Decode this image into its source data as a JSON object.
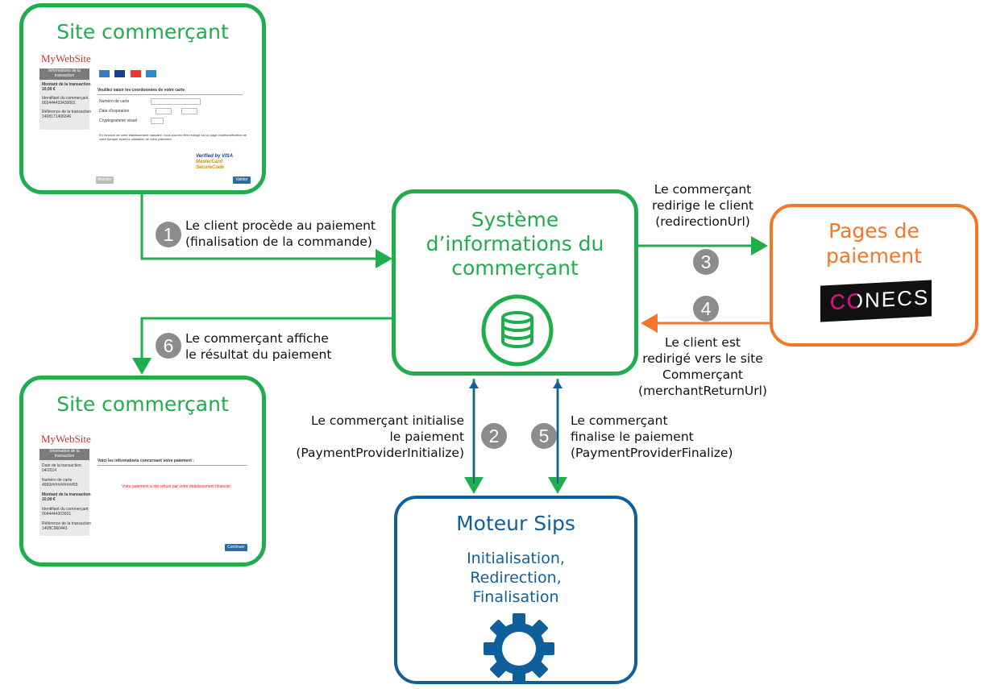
{
  "colors": {
    "green": "#1fae4b",
    "orange": "#f47628",
    "blue": "#0f5f9c",
    "badge": "#8c8c8c"
  },
  "merchant_site_top": {
    "title": "Site commerçant",
    "screenshot": {
      "brand": "MyWebSite",
      "sidebar_header": "Informations de la transaction",
      "sidebar_lines": [
        "Montant de la transaction",
        "10,00 €",
        "Identifiant du commerçant",
        "002444433430001",
        "Référence de la transaction",
        "1408171406346"
      ],
      "form_title": "Veuillez saisir les coordonnées de votre carte",
      "fields": [
        "Numéro de carte",
        "Date d'expiration",
        "Cryptogramme visuel"
      ],
      "notice": "En fonction de votre établissement bancaire, vous pourrez être redirigé sur la page d'authentification de votre banque avant la validation de votre paiement.",
      "verified": "Verified by VISA",
      "securecode": "MasterCard SecureCode",
      "cancel_label": "Annuler",
      "submit_label": "Valider"
    }
  },
  "merchant_site_bottom": {
    "title": "Site commerçant",
    "screenshot": {
      "brand": "MyWebSite",
      "sidebar_header": "Information de la transaction",
      "sidebar_lines": [
        "Date de la transaction",
        "04/2014",
        "Numéro de carte",
        "4999##########55",
        "Montant de la transaction",
        "10,00 €",
        "Identifiant du commerçant",
        "0044444303001",
        "Référence de la transaction",
        "1408C960443"
      ],
      "heading": "Voici les informations concernant votre paiement :",
      "message": "Votre paiement a été refusé par votre établissement financier.",
      "continue_label": "Continuer"
    }
  },
  "merchant_system": {
    "title": "Système d’informations du commerçant",
    "icon": "database-icon"
  },
  "payment_pages": {
    "title": "Pages de paiement",
    "logo_text": "CONECS"
  },
  "sips_engine": {
    "title": "Moteur Sips",
    "lines": [
      "Initialisation,",
      "Redirection,",
      "Finalisation"
    ],
    "icon": "gear-icon"
  },
  "steps": [
    {
      "num": "1",
      "lines": [
        "Le client procède au paiement",
        "(finalisation de la commande)"
      ]
    },
    {
      "num": "2",
      "lines": [
        "Le commerçant initialise",
        "le paiement",
        "(PaymentProviderInitialize)"
      ]
    },
    {
      "num": "3",
      "lines": [
        "Le commerçant",
        "redirige le client",
        "(redirectionUrl)"
      ]
    },
    {
      "num": "4",
      "lines": [
        "Le  client est",
        "redirigé vers le site",
        "Commerçant",
        "(merchantReturnUrl)"
      ]
    },
    {
      "num": "5",
      "lines": [
        "Le commerçant",
        "finalise le paiement",
        "(PaymentProviderFinalize)"
      ]
    },
    {
      "num": "6",
      "lines": [
        "Le commerçant affiche",
        "le résultat du paiement"
      ]
    }
  ]
}
